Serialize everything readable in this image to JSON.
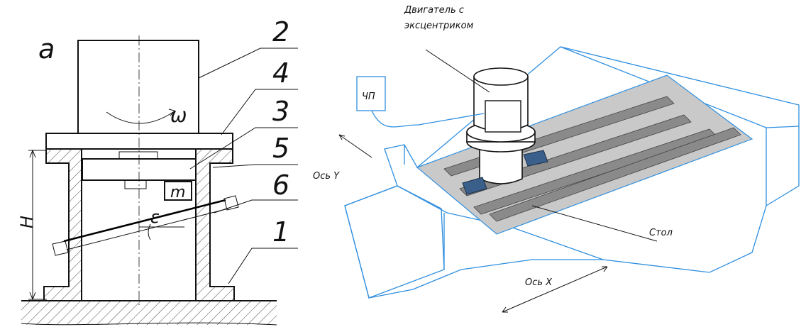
{
  "left_figure": {
    "figure_letter": "a",
    "callouts": [
      "2",
      "4",
      "3",
      "5",
      "6",
      "1"
    ],
    "symbols": {
      "omega": "ω",
      "mass": "m",
      "epsilon": "ε",
      "height": "H"
    }
  },
  "right_figure": {
    "motor_label_line1": "Двигатель с",
    "motor_label_line2": "эксцентриком",
    "controller_label": "ЧП",
    "axis_y_label": "Ось Y",
    "axis_x_label": "Ось X",
    "table_label": "Стол"
  },
  "colors": {
    "line": "#111111",
    "hatch": "#444444",
    "machine_outline": "#2f8fe0",
    "table_fill": "#c9c9c9",
    "slot_fill": "#8a8a8a",
    "clamp_fill": "#3a5f8a"
  }
}
